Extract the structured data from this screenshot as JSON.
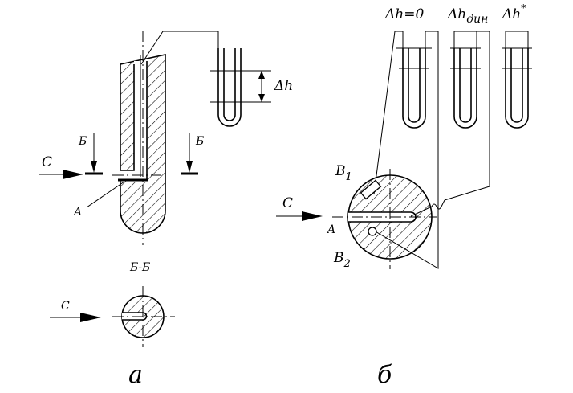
{
  "labels": {
    "flow_c": "C",
    "section_mark": "Б",
    "point_a": "A",
    "delta_h": "Δh",
    "section_title": "Б-Б",
    "part_a": "а",
    "part_b": "б",
    "dh_zero": "Δh=0",
    "dh_dyn_main": "Δh",
    "dh_dyn_sub": "дин",
    "dh_star_main": "Δh",
    "dh_star_sup": "*",
    "b1_main": "B",
    "b1_sub": "1",
    "b2_main": "B",
    "b2_sub": "2"
  }
}
